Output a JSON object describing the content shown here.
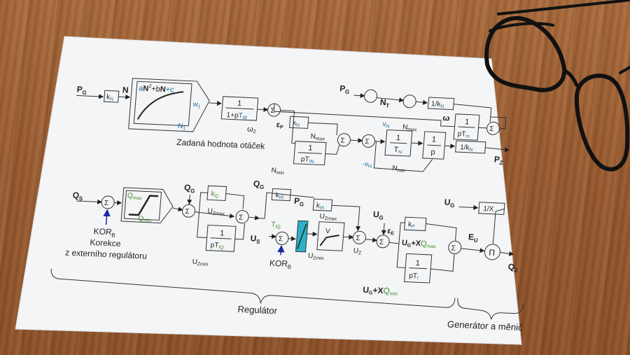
{
  "diagram": {
    "top": {
      "input_pg": "P",
      "input_pg_sub": "G",
      "gain_kn": "k",
      "gain_kn_sub": "N",
      "label_n": "N",
      "poly_a": "a",
      "poly_n2": "N",
      "poly_exp": "2",
      "poly_b": "+b",
      "poly_n": "N",
      "poly_c": "+c",
      "poly_w1": "w",
      "poly_w1_sub": "1",
      "poly_n1": "N",
      "poly_n1_sub": "1",
      "lag_num": "1",
      "lag_den_1p": "1+p",
      "lag_den_tw": "T",
      "lag_den_tw_sub": "W",
      "omega_z": "ω",
      "omega_z_sub": "Z",
      "eps_p": "ε",
      "eps_p_sub": "P",
      "caption": "Zadaná hodnota otáček",
      "kn2": "k",
      "kn2_sub": "N",
      "nmax": "N",
      "nmax_sub": "max",
      "nmin": "N",
      "nmin_sub": "min",
      "ptin_num": "1",
      "ptin_den": "pT",
      "ptin_den_sub": "IN",
      "pg2": "P",
      "pg2_sub": "G",
      "nt": "N",
      "nt_sub": "T",
      "inv_kn": "1/k",
      "inv_kn_sub": "N",
      "omega": "ω",
      "ptm_num": "1",
      "ptm_den": "pT",
      "ptm_den_sub": "m",
      "vn": "v",
      "vn_sub": "N",
      "neg_vn": "-v",
      "neg_vn_sub": "N",
      "tn_num": "1",
      "tn_den": "T",
      "tn_den_sub": "N",
      "nmax2": "N",
      "nmax2_sub": "max",
      "nmin2": "N",
      "nmin2_sub": "min",
      "p_num": "1",
      "p_den": "p",
      "inv_kn2": "1/k",
      "inv_kn2_sub": "N",
      "pz": "P",
      "pz_sub": "Z"
    },
    "bottom": {
      "qs": "Q",
      "qs_sub": "S",
      "qmax": "Q",
      "qmax_sub": "max",
      "qmin": "Q",
      "qmin_sub": "min",
      "kor": "KOR",
      "kor_sub": "B",
      "korekce": "Korekce",
      "externi": "z externího regulátoru",
      "qg": "Q",
      "qg_sub": "G",
      "kq": "k",
      "kq_sub": "Q",
      "uzmax": "U",
      "uzmax_sub": "Zmax",
      "piq_num": "1",
      "piq_den": "pT",
      "piq_den_sub": "IQ",
      "uzmin": "U",
      "uzmin_sub": "Zmin",
      "qg2": "Q",
      "qg2_sub": "G",
      "kir": "k",
      "kir_sub": "IR",
      "pg": "P",
      "pg_sub": "G",
      "kia": "k",
      "kia_sub": "IA",
      "tiq": "T",
      "tiq_sub": "IQ",
      "us": "U",
      "us_sub": "S",
      "kor2": "KOR",
      "kor2_sub": "B",
      "uzmax2": "U",
      "uzmax2_sub": "Zmax",
      "uzmin2": "U",
      "uzmin2_sub": "Zmin",
      "v_label": "V",
      "uz": "U",
      "uz_sub": "Z",
      "ug": "U",
      "ug_sub": "G",
      "eps_e": "ε",
      "eps_e_sub": "E",
      "kp": "k",
      "kp_sub": "P",
      "ugx_max": "U",
      "ugx_max_sub": "G",
      "ugx_max_mid": "+X",
      "ugx_max_q": "Q",
      "ugx_max_q_sub": "max",
      "pti_num": "1",
      "pti_den": "pT",
      "pti_den_sub": "I",
      "ugx_min": "U",
      "ugx_min_sub": "G",
      "ugx_min_mid": "+X",
      "ugx_min_q": "Q",
      "ugx_min_q_sub": "min",
      "ug_right": "U",
      "ug_right_sub": "G",
      "inv_x": "1/X",
      "eu": "E",
      "eu_sub": "U",
      "pi_sym": "Π",
      "qz": "Q",
      "qz_sub": "Z",
      "sigma": "Σ",
      "regulator": "Regulátor",
      "generator": "Generátor a měnič"
    }
  }
}
